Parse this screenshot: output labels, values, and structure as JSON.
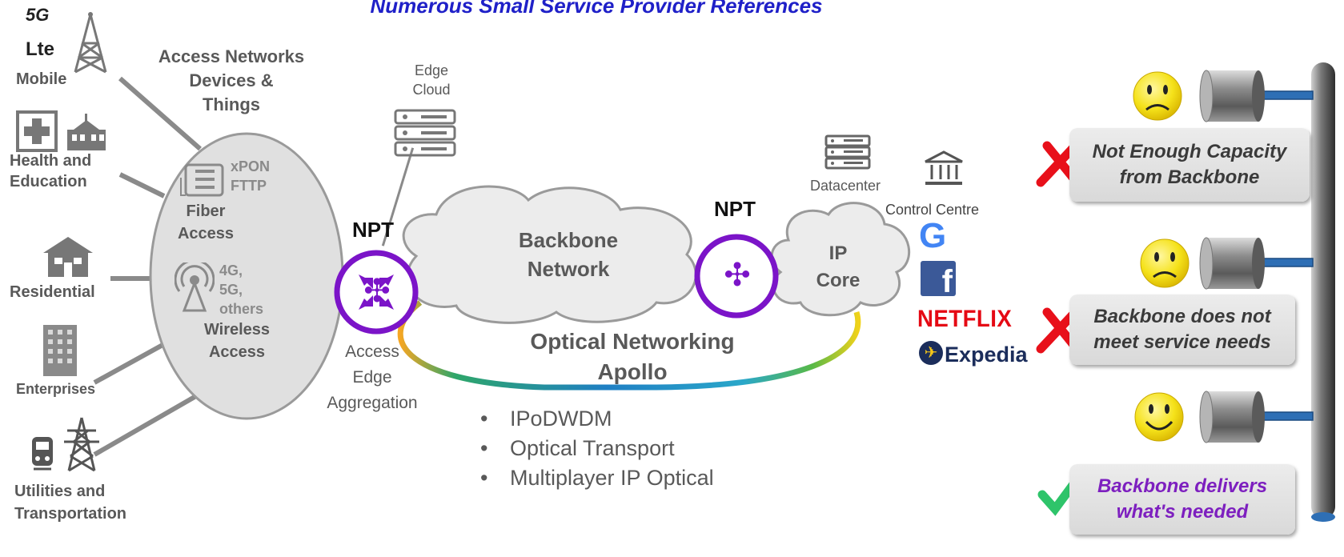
{
  "title": "Numerous Small Service Provider References",
  "segments": {
    "mobile": "Mobile",
    "mobile_badge_5g": "5G",
    "mobile_badge_lte": "Lte",
    "health": "Health and Education",
    "health_line1": "Health and",
    "health_line2": "Education",
    "residential": "Residential",
    "enterprises": "Enterprises",
    "utilities_line1": "Utilities and",
    "utilities_line2": "Transportation"
  },
  "access_header": [
    "Access Networks",
    "Devices &",
    "Things"
  ],
  "access_ellipse": {
    "fiber_tech": [
      "xPON",
      "FTTP"
    ],
    "fiber_label": [
      "Fiber",
      "Access"
    ],
    "wireless_tech": [
      "4G,",
      "5G,",
      "others"
    ],
    "wireless_label": [
      "Wireless",
      "Access"
    ]
  },
  "npt_left": "NPT",
  "npt_right": "NPT",
  "access_edge": [
    "Access",
    "Edge",
    "Aggregation"
  ],
  "edge_cloud": [
    "Edge",
    "Cloud"
  ],
  "backbone": [
    "Backbone",
    "Network"
  ],
  "ip_core": [
    "IP",
    "Core"
  ],
  "datacenter": "Datacenter",
  "control_centre": "Control  Centre",
  "optical": [
    "Optical Networking",
    "Apollo"
  ],
  "bullets": [
    "IPoDWDM",
    "Optical Transport",
    "Multiplayer IP Optical"
  ],
  "brands": {
    "google_glyph": "G",
    "facebook_glyph": "f",
    "netflix": "NETFLIX",
    "expedia": "Expedia"
  },
  "scenarios": [
    {
      "face": "sad",
      "mark": "cross",
      "text": [
        "Not Enough Capacity",
        "from Backbone"
      ],
      "text_color": "#3a3a3a"
    },
    {
      "face": "sad",
      "mark": "cross",
      "text": [
        "Backbone does not",
        "meet service needs"
      ],
      "text_color": "#3a3a3a"
    },
    {
      "face": "happy",
      "mark": "check",
      "text": [
        "Backbone delivers",
        "what's needed"
      ],
      "text_color": "#7d1fbf"
    }
  ],
  "colors": {
    "title": "#1f20c8",
    "npt_ring": "#7b14c8",
    "cross": "#e8101a",
    "check": "#2ec46a",
    "pipe_blue": "#2e6fb5",
    "smiley": "#f5e21a"
  }
}
